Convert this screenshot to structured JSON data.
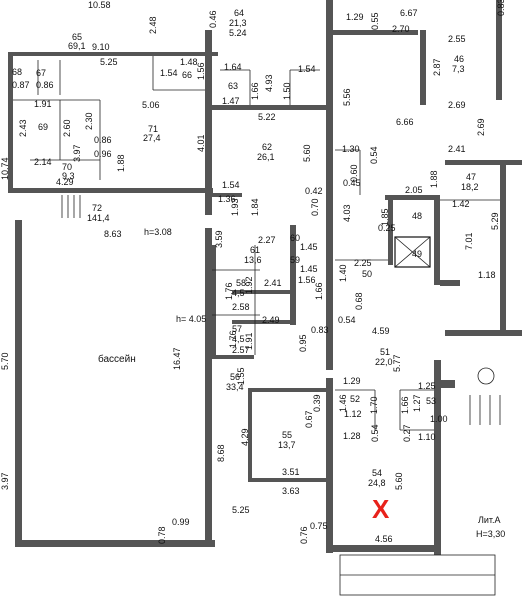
{
  "rooms": [
    {
      "id": "65",
      "area": "69,1"
    },
    {
      "id": "69",
      "area": ""
    },
    {
      "id": "68",
      "area": ""
    },
    {
      "id": "67",
      "area": ""
    },
    {
      "id": "70",
      "area": "9,3"
    },
    {
      "id": "71",
      "area": "27,4"
    },
    {
      "id": "72",
      "area": "141,4"
    },
    {
      "id": "66",
      "area": ""
    },
    {
      "id": "63",
      "area": ""
    },
    {
      "id": "64",
      "area": "21,3"
    },
    {
      "id": "62",
      "area": "26,1"
    },
    {
      "id": "60",
      "area": ""
    },
    {
      "id": "59",
      "area": ""
    },
    {
      "id": "61",
      "area": "13,6"
    },
    {
      "id": "58",
      "area": "4,5"
    },
    {
      "id": "57",
      "area": "4,5"
    },
    {
      "id": "56",
      "area": "33,4"
    },
    {
      "id": "55",
      "area": "13,7"
    },
    {
      "id": "52",
      "area": ""
    },
    {
      "id": "53",
      "area": ""
    },
    {
      "id": "54",
      "area": "24,8"
    },
    {
      "id": "51",
      "area": "22,0"
    },
    {
      "id": "50",
      "area": ""
    },
    {
      "id": "49",
      "area": ""
    },
    {
      "id": "48",
      "area": ""
    },
    {
      "id": "47",
      "area": "18,2"
    },
    {
      "id": "46",
      "area": "7,3"
    }
  ],
  "pool_label": "бассейн",
  "height_label": "h=3.08",
  "height_label2": "h= 4.05",
  "litera": "Лит.А",
  "height_total": "H=3,30",
  "marker": "X",
  "dims": {
    "d1": "10.58",
    "d2": "2.48",
    "d3": "0.46",
    "d4": "1.29",
    "d5": "6.67",
    "d6": "0.83",
    "d7": "9.10",
    "d8": "5.25",
    "d9": "1.48",
    "d10": "1.54",
    "d11": "1.56",
    "d12": "0.87",
    "d13": "0.86",
    "d14": "1.47",
    "d15": "5.06",
    "d16": "1.64",
    "d17": "1.66",
    "d18": "1.50",
    "d19": "4.93",
    "d20": "5.24",
    "d21": "0.55",
    "d22": "2.70",
    "d23": "2.55",
    "d24": "2.87",
    "d25": "1.91",
    "d26": "2.43",
    "d27": "2.60",
    "d28": "2.30",
    "d29": "0.86",
    "d30": "0.96",
    "d31": "3.97",
    "d32": "1.88",
    "d33": "2.14",
    "d34": "4.29",
    "d35": "10.74",
    "d36": "4.01",
    "d37": "5.22",
    "d38": "5.60",
    "d39": "5.56",
    "d40": "2.69",
    "d41": "6.66",
    "d42": "2.69",
    "d43": "1.30",
    "d44": "0.54",
    "d45": "2.41",
    "d46": "1.54",
    "d47": "0.42",
    "d48": "0.60",
    "d49": "0.45",
    "d50": "1.88",
    "d51": "2.05",
    "d52": "1.36",
    "d53": "1.93",
    "d54": "1.84",
    "d55": "0.70",
    "d56": "4.03",
    "d57": "1.42",
    "d58": "5.29",
    "d59": "8.63",
    "d60": "3.59",
    "d61": "2.27",
    "d62": "1.45",
    "d63": "1.45",
    "d64": "1.56",
    "d65": "1.85",
    "d66": "0.25",
    "d67": "7.01",
    "d68": "1.18",
    "d69": "1.76",
    "d70": "2.58",
    "d71": "1.92",
    "d72": "2.41",
    "d73": "2.49",
    "d74": "1.66",
    "d75": "2.25",
    "d76": "1.40",
    "d77": "0.68",
    "d78": "0.54",
    "d79": "0.83",
    "d80": "4.59",
    "d81": "1.76",
    "d82": "1.91",
    "d83": "2.57",
    "d84": "0.95",
    "d85": "5.77",
    "d86": "5.70",
    "d87": "16.47",
    "d88": "1.55",
    "d89": "1.29",
    "d90": "1.25",
    "d91": "1.46",
    "d92": "1.12",
    "d93": "1.70",
    "d94": "1.66",
    "d95": "1.27",
    "d96": "0.39",
    "d97": "0.67",
    "d98": "1.00",
    "d99": "4.29",
    "d100": "1.28",
    "d101": "0.54",
    "d102": "0.27",
    "d103": "1.10",
    "d104": "8.68",
    "d105": "3.51",
    "d106": "5.60",
    "d107": "3.63",
    "d108": "5.25",
    "d109": "0.99",
    "d110": "0.78",
    "d111": "0.75",
    "d112": "0.76",
    "d113": "4.56",
    "d114": "3.97"
  }
}
